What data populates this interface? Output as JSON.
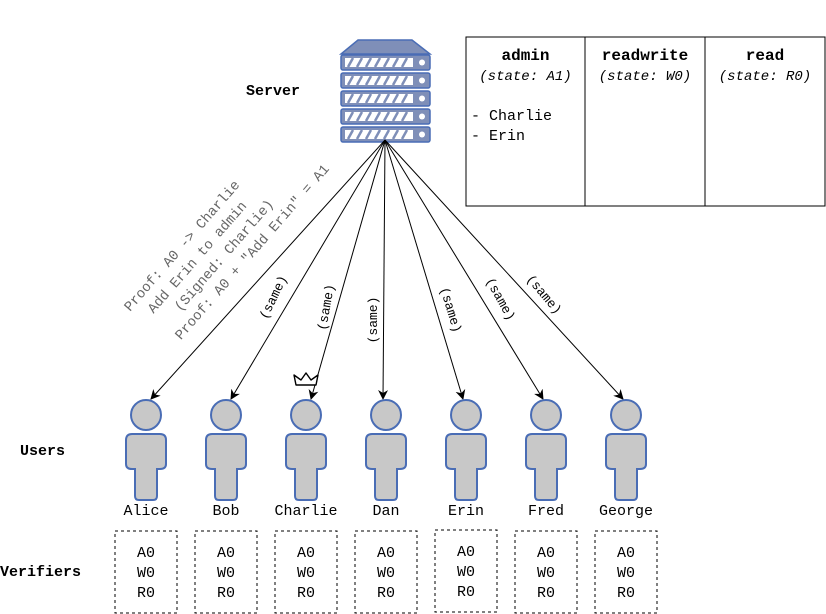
{
  "labels": {
    "server": "Server",
    "users": "Users",
    "verifiers": "Verifiers"
  },
  "table": {
    "columns": [
      {
        "title": "admin",
        "state": "(state: A1)",
        "members": [
          "- Charlie",
          "- Erin"
        ]
      },
      {
        "title": "readwrite",
        "state": "(state: W0)",
        "members": []
      },
      {
        "title": "read",
        "state": "(state: R0)",
        "members": []
      }
    ]
  },
  "proof_lines": [
    "Proof: A0 -> Charlie",
    "Add Erin to admin",
    "(Signed: Charlie)",
    "Proof: A0 + \"Add Erin\" = A1"
  ],
  "arrow_label": "(same)",
  "users": [
    {
      "name": "Alice",
      "crown": false
    },
    {
      "name": "Bob",
      "crown": false
    },
    {
      "name": "Charlie",
      "crown": true
    },
    {
      "name": "Dan",
      "crown": false
    },
    {
      "name": "Erin",
      "crown": false
    },
    {
      "name": "Fred",
      "crown": false
    },
    {
      "name": "George",
      "crown": false
    }
  ],
  "verifier_states": [
    "A0",
    "W0",
    "R0"
  ],
  "icons": {
    "server": "server-icon",
    "user": "user-icon",
    "crown": "crown-icon"
  },
  "colors": {
    "user_fill": "#c8c8c8",
    "user_stroke": "#4a6db5",
    "server_fill": "#7f8fb8",
    "server_stroke": "#4a6db5"
  }
}
